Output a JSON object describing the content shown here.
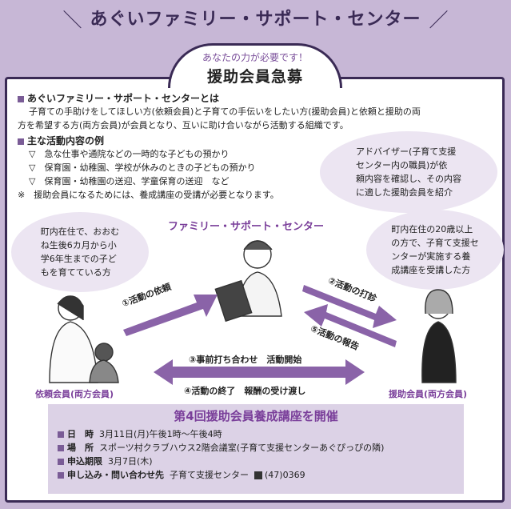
{
  "header": {
    "title": "あぐいファミリー・サポート・センター",
    "left_mark": "＼",
    "right_mark": "／"
  },
  "tab": {
    "subtitle": "あなたの力が必要です！",
    "title": "援助会員急募"
  },
  "about": {
    "heading": "あぐいファミリー・サポート・センターとは",
    "body_1": "子育ての手助けをしてほしい方(依頼会員)と子育ての手伝いをしたい方(援助会員)と依頼と援助の両",
    "body_2": "方を希望する方(両方会員)が会員となり、互いに助け合いながら活動する組織です。"
  },
  "activities": {
    "heading": "主な活動内容の例",
    "items": [
      "▽　急な仕事や通院などの一時的な子どもの預かり",
      "▽　保育園・幼稚園、学校が休みのときの子どもの預かり",
      "▽　保育園・幼稚園の送迎、学童保育の送迎　など"
    ],
    "note": "※　援助会員になるためには、養成講座の受講が必要となります。"
  },
  "bubbles": {
    "adviser": [
      "アドバイザー(子育て支援",
      "センター内の職員)が依",
      "頼内容を確認し、その内容",
      "に適した援助会員を紹介"
    ],
    "requester": [
      "町内在住で、おおむ",
      "ね生後6カ月から小",
      "学6年生までの子ど",
      "もを育てている方"
    ],
    "helper": [
      "町内在住の20歳以上",
      "の方で、子育て支援セ",
      "ンターが実施する養",
      "成講座を受講した方"
    ]
  },
  "diagram": {
    "center_label": "ファミリー・サポート・センター",
    "requester_label": "依頼会員(両方会員)",
    "helper_label": "援助会員(両方会員)",
    "arrow_1": "①活動の依頼",
    "arrow_2": "②活動の打診",
    "arrow_5": "⑤活動の報告",
    "arrow_3": "③事前打ち合わせ　活動開始",
    "arrow_4": "④活動の終了　報酬の受け渡し"
  },
  "course": {
    "title": "第4回援助会員養成講座を開催",
    "date_label": "日　時",
    "date_value": "3月11日(月)午後1時〜午後4時",
    "place_label": "場　所",
    "place_value": "スポーツ村クラブハウス2階会議室(子育て支援センターあぐぴっぴの隣)",
    "deadline_label": "申込期限",
    "deadline_value": "3月7日(木)",
    "contact_label": "申し込み・問い合わせ先",
    "contact_value": "子育て支援センター",
    "phone": "(47)0369"
  },
  "colors": {
    "background": "#c7b7d6",
    "accent": "#7a3f9a",
    "arrow": "#8a63a8",
    "frame": "#3a2a55"
  }
}
